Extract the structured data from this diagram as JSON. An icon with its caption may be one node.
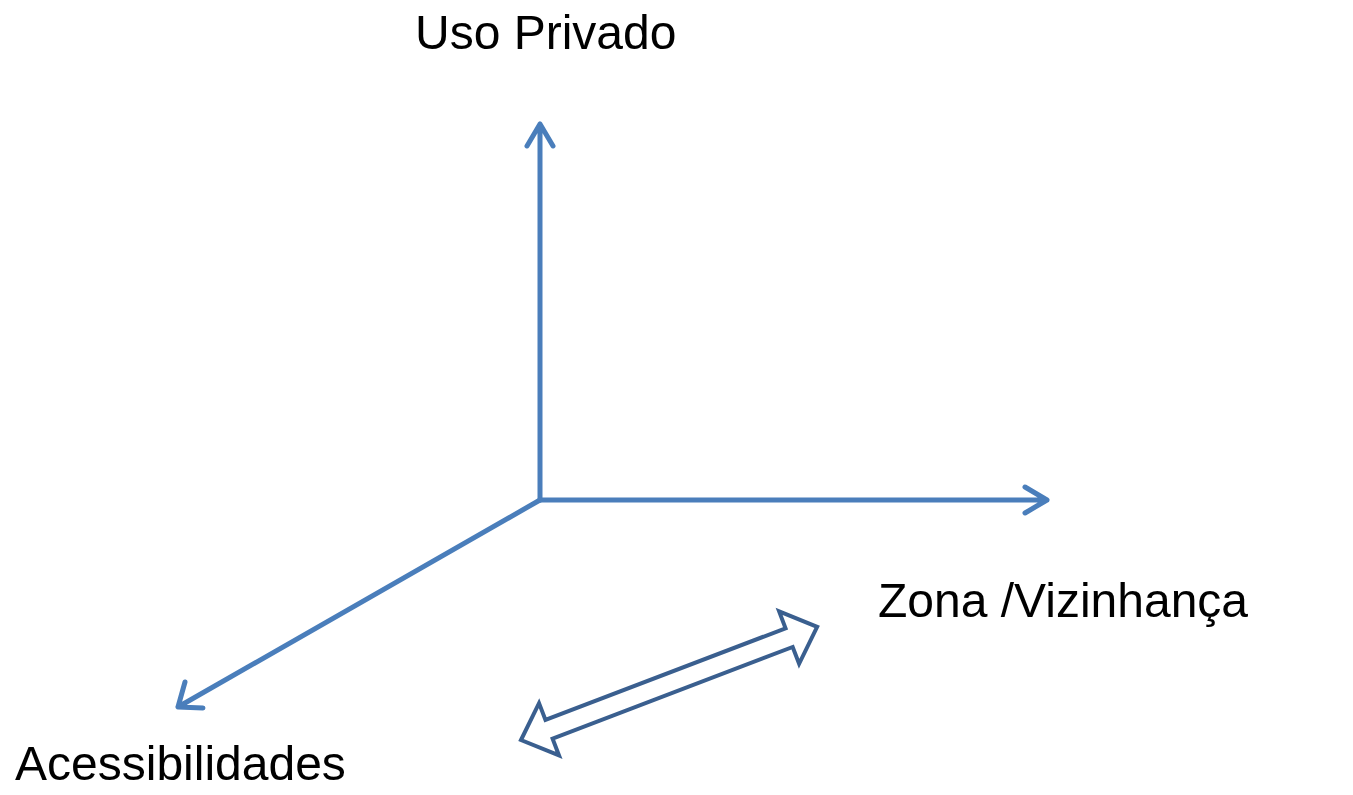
{
  "diagram": {
    "labels": [
      "Uso Privado",
      "Zona /Vizinhança",
      "Acessibilidades"
    ]
  }
}
